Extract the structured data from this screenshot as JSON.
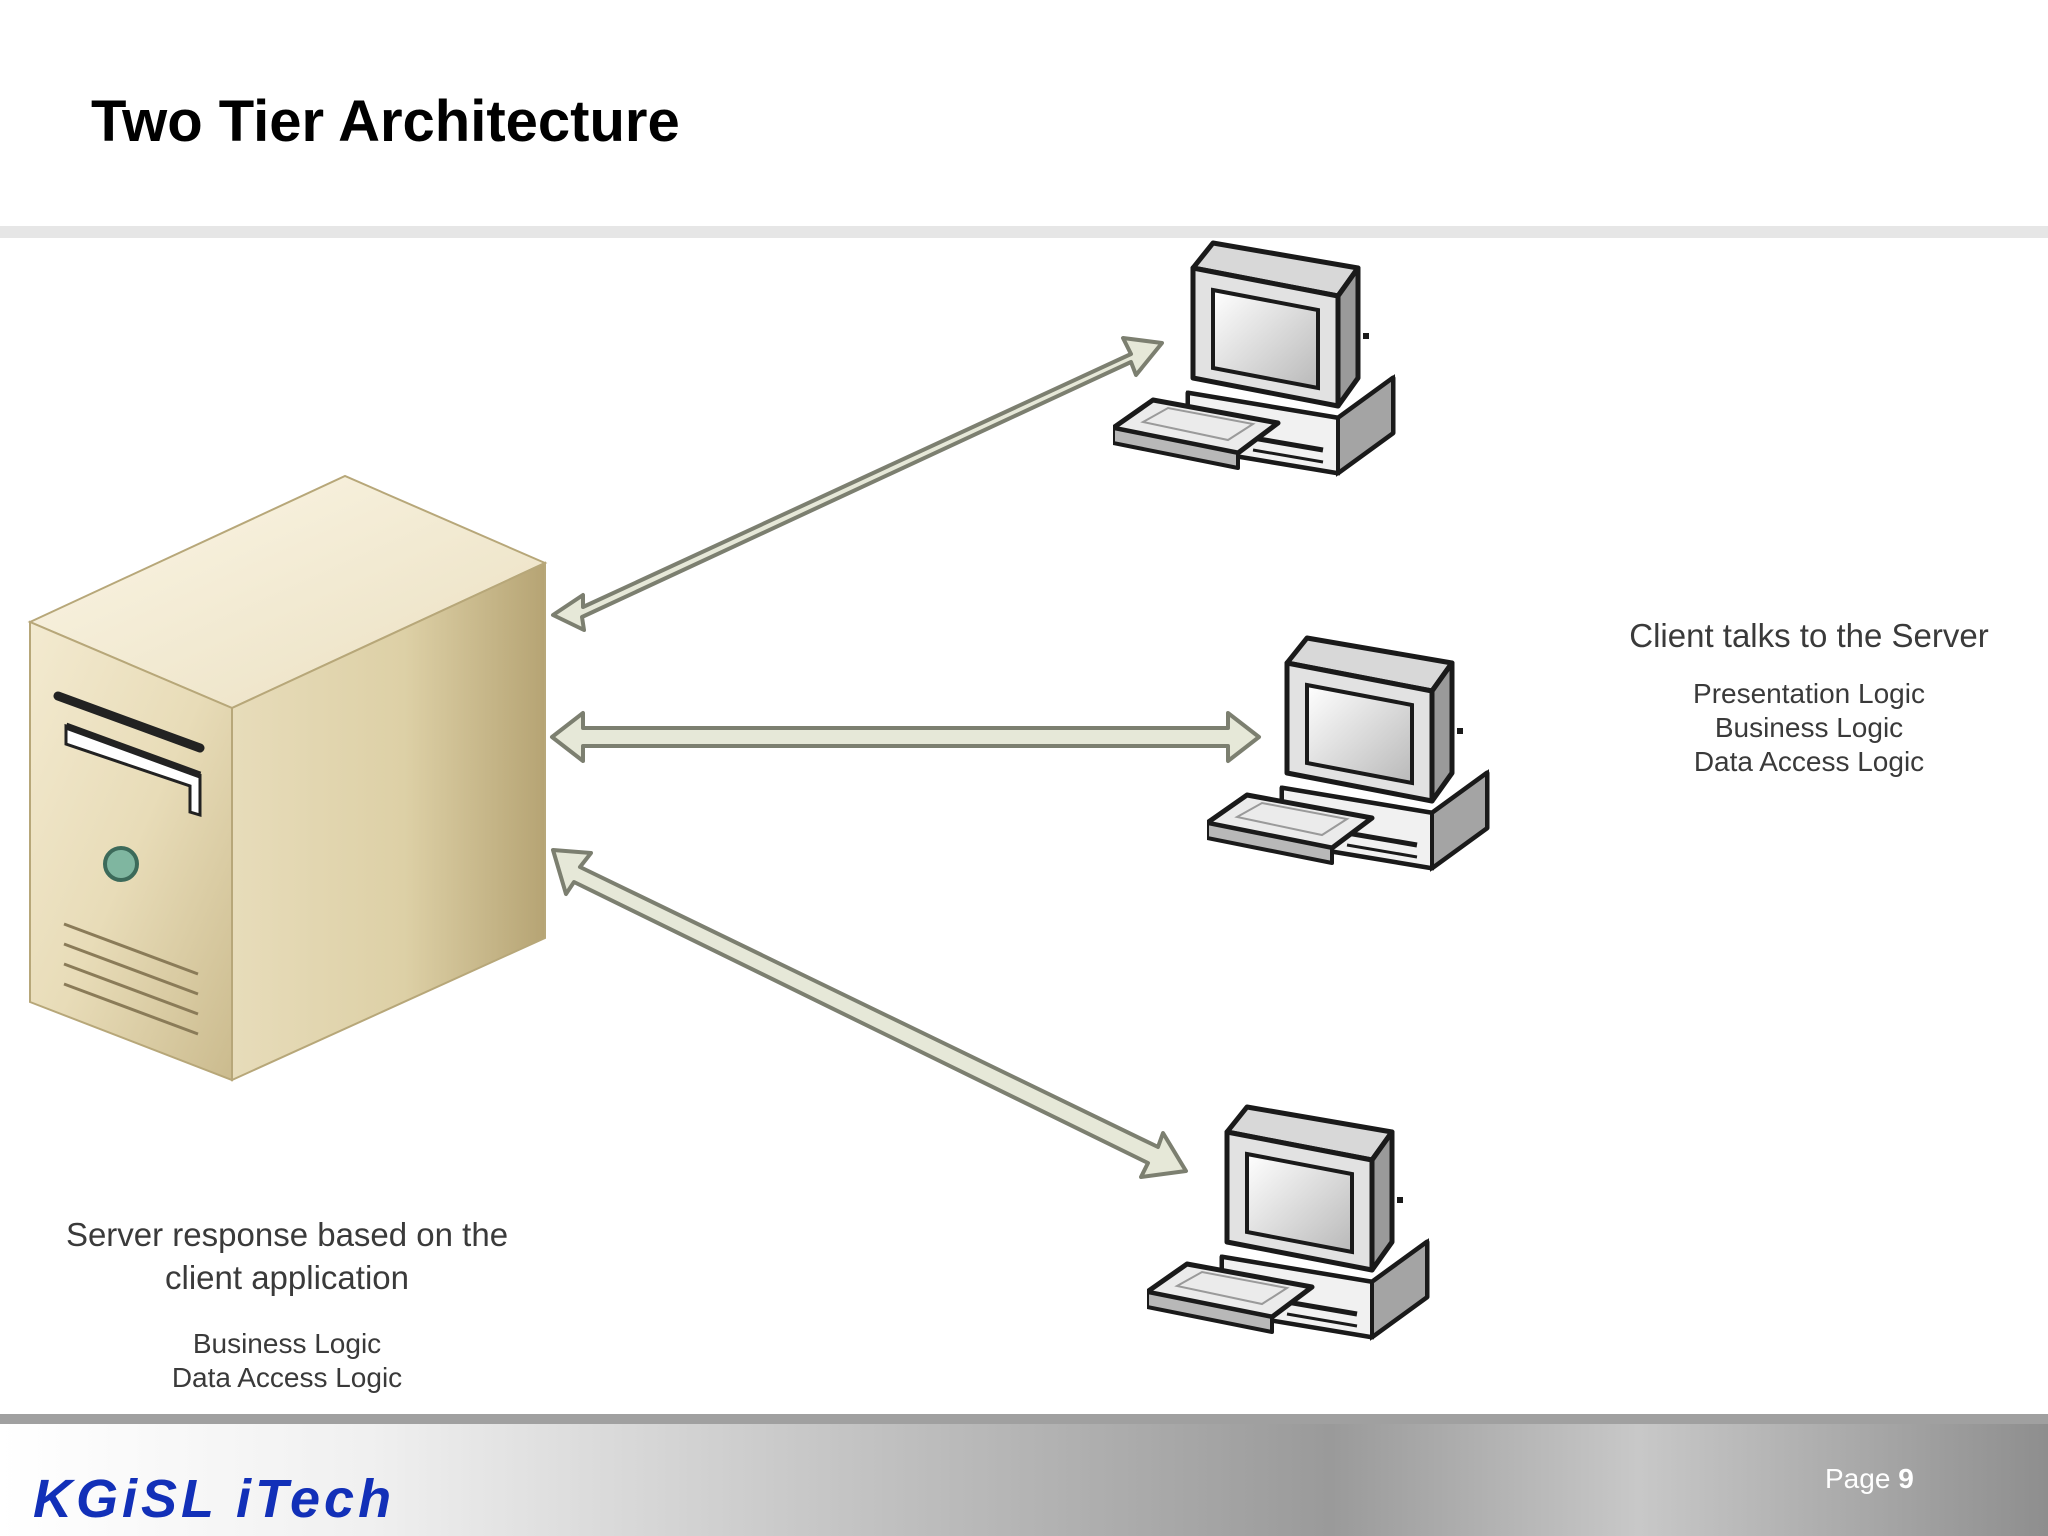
{
  "slide": {
    "title": "Two Tier Architecture"
  },
  "diagram": {
    "client_caption": {
      "heading": "Client talks to the Server",
      "lines": [
        "Presentation Logic",
        "Business Logic",
        "Data Access Logic"
      ]
    },
    "server_caption": {
      "heading_line1": "Server response based on the",
      "heading_line2": "client application",
      "lines": [
        "Business Logic",
        "Data Access Logic"
      ]
    },
    "colors": {
      "server_front": "#e8dcb8",
      "arrow_fill": "#e6e8d8",
      "arrow_stroke": "#7c7f70"
    }
  },
  "footer": {
    "brand": "KGiSL iTech",
    "page_label": "Page",
    "page_number": "9"
  }
}
